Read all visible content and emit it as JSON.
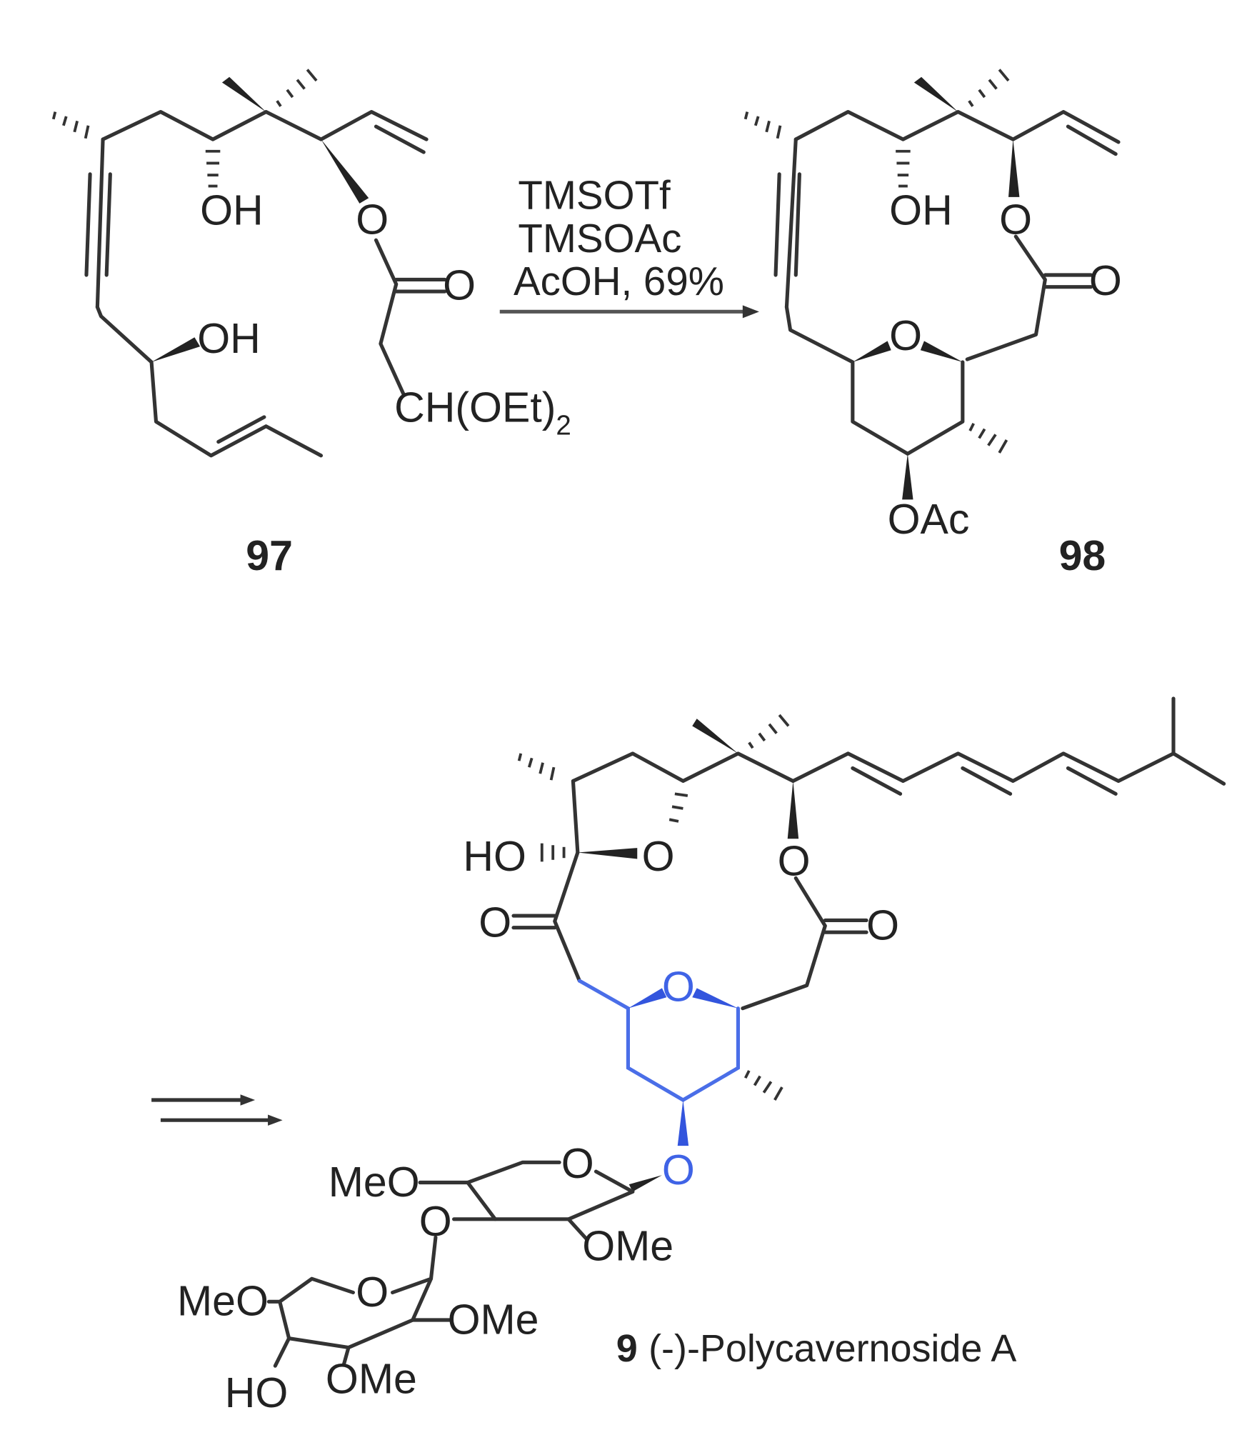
{
  "scheme": {
    "reagents": [
      "TMSOTf",
      "TMSOAc",
      "AcOH, 69%"
    ],
    "compounds": {
      "c97": "97",
      "c98": "98",
      "c9_number": "9",
      "c9_name": "(-)-Polycavernoside A"
    },
    "atoms_97": [
      "OH",
      "O",
      "O",
      "OH",
      "CH(OEt)",
      "2"
    ],
    "atoms_98": [
      "OH",
      "O",
      "O",
      "O",
      "OAc"
    ],
    "atoms_9": [
      "HO",
      "O",
      "O",
      "O",
      "O",
      "O",
      "O",
      "MeO",
      "O",
      "OMe",
      "O",
      "MeO",
      "OMe",
      "HO",
      "OMe"
    ],
    "colors": {
      "bonds": "#333333",
      "highlight": "#4a6ee8"
    }
  }
}
